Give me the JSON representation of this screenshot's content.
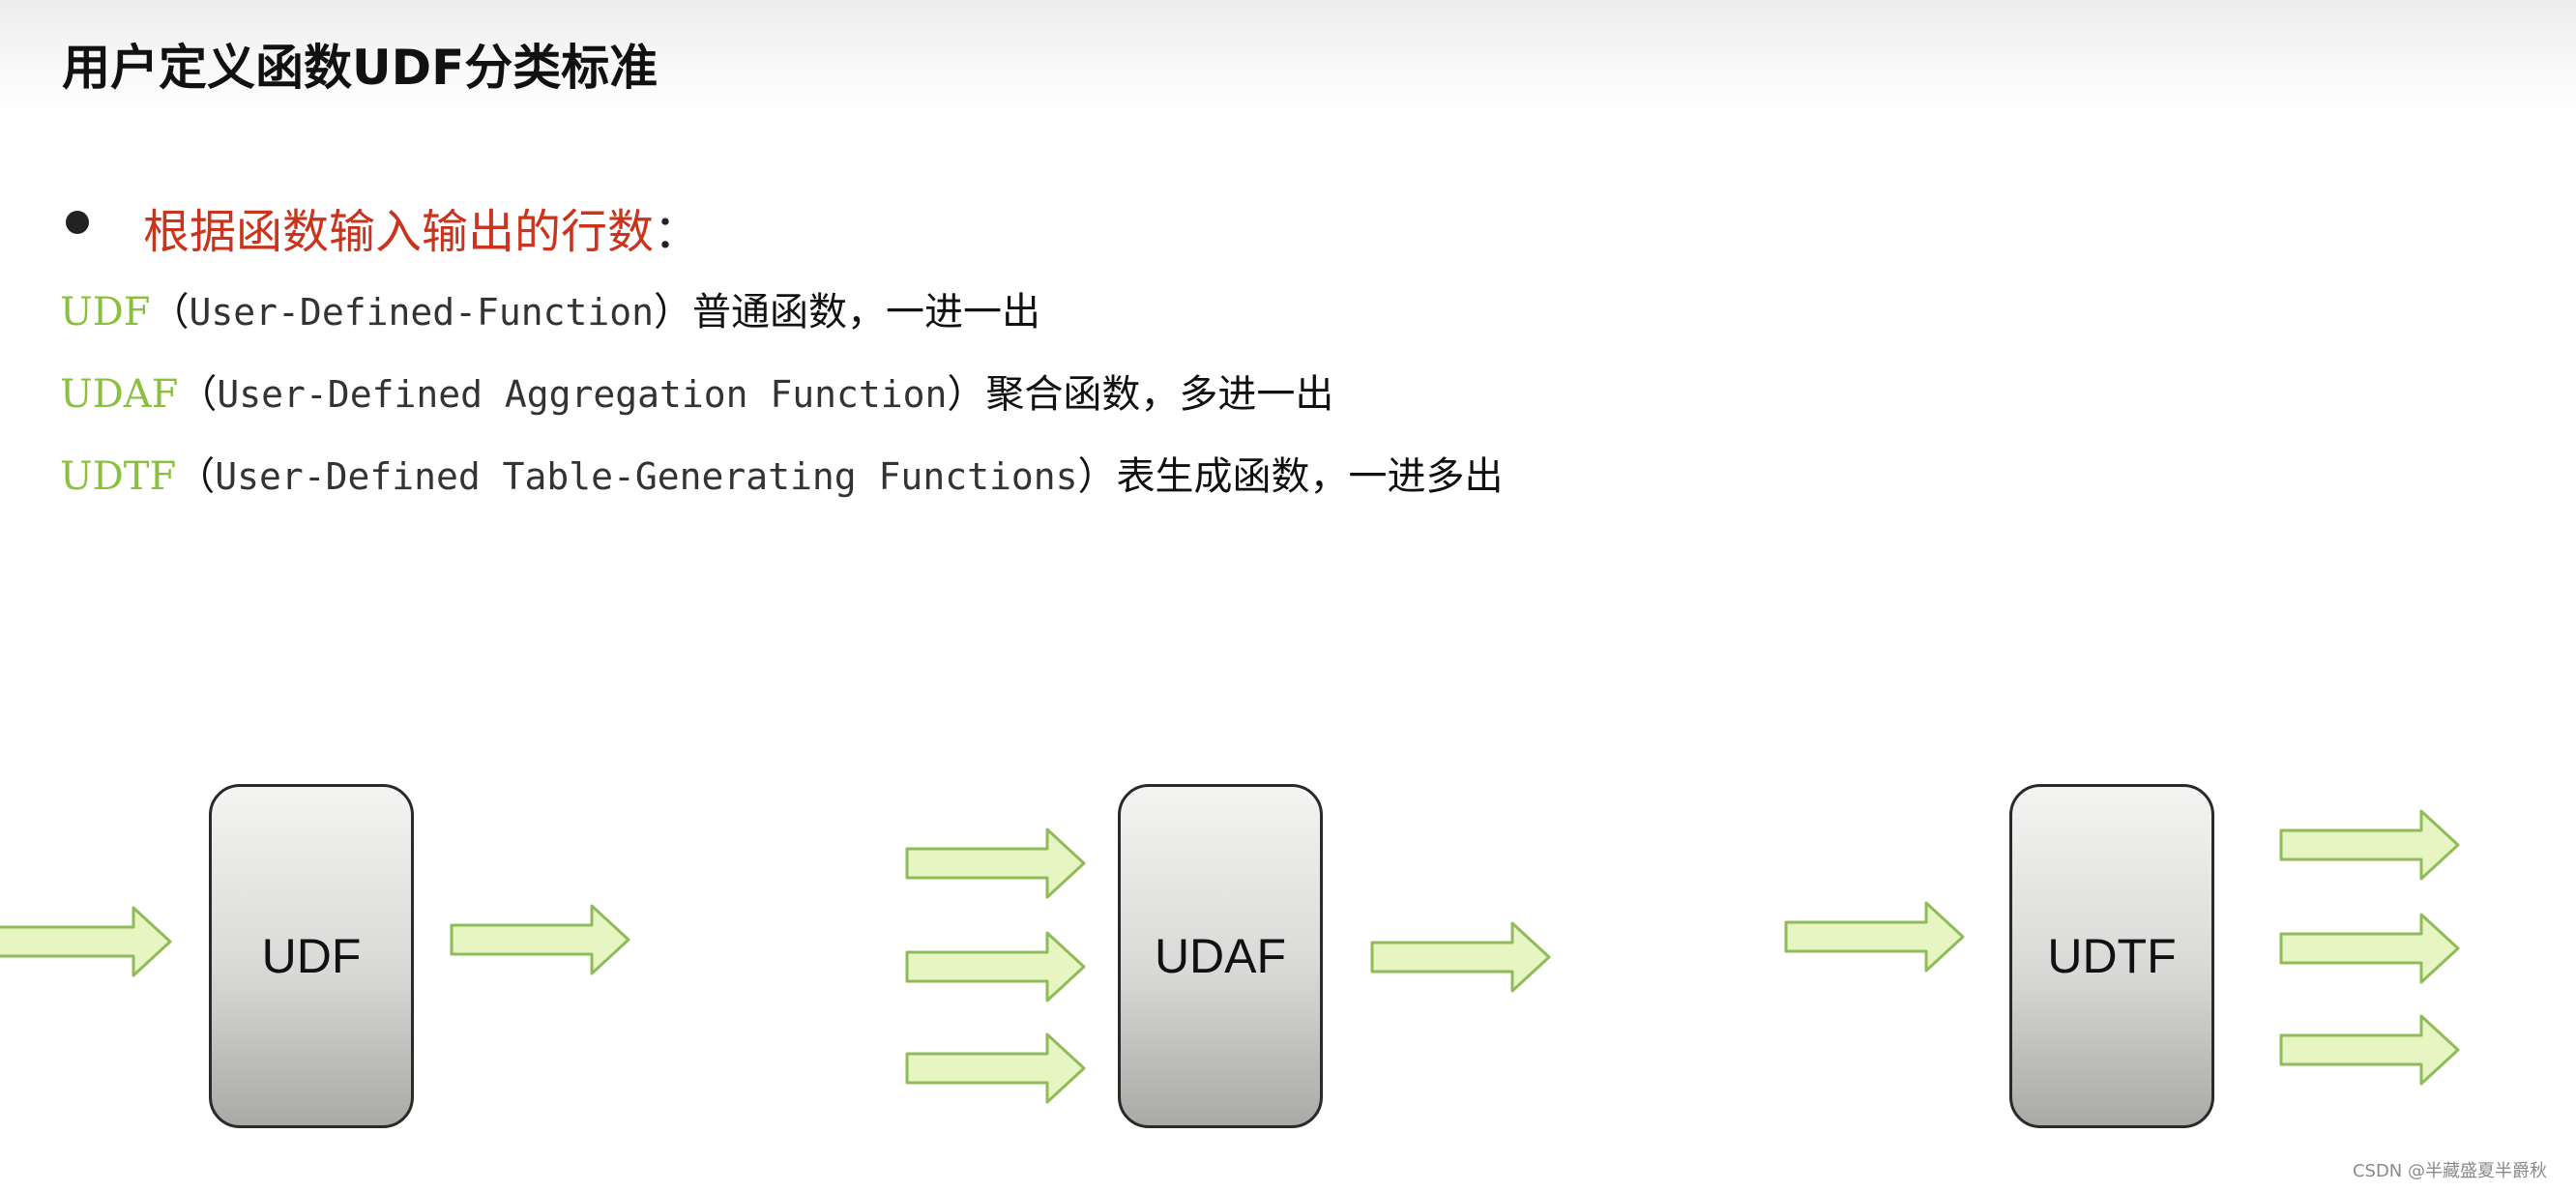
{
  "slide": {
    "title": "用户定义函数UDF分类标准",
    "bullet": "根据函数输入输出的行数",
    "bullet_colon": "：",
    "definitions": [
      {
        "abbr": "UDF",
        "open": "（",
        "full": "User-Defined-Function",
        "close": "）",
        "desc": "普通函数，一进一出"
      },
      {
        "abbr": "UDAF",
        "open": "（",
        "full": "User-Defined Aggregation Function",
        "close": "）",
        "desc": "聚合函数，多进一出"
      },
      {
        "abbr": "UDTF",
        "open": "（",
        "full": "User-Defined Table-Generating Functions",
        "close": "）",
        "desc": "表生成函数，一进多出"
      }
    ]
  },
  "diagram": {
    "boxes": [
      {
        "label": "UDF",
        "inputs": 1,
        "outputs": 1
      },
      {
        "label": "UDAF",
        "inputs": 3,
        "outputs": 1
      },
      {
        "label": "UDTF",
        "inputs": 1,
        "outputs": 3
      }
    ],
    "colors": {
      "arrow_fill": "#e6f5c2",
      "arrow_stroke": "#8fbc58",
      "abbr_green": "#8bbf3f",
      "bullet_red": "#c8341c"
    }
  },
  "watermark": "CSDN @半藏盛夏半爵秋"
}
